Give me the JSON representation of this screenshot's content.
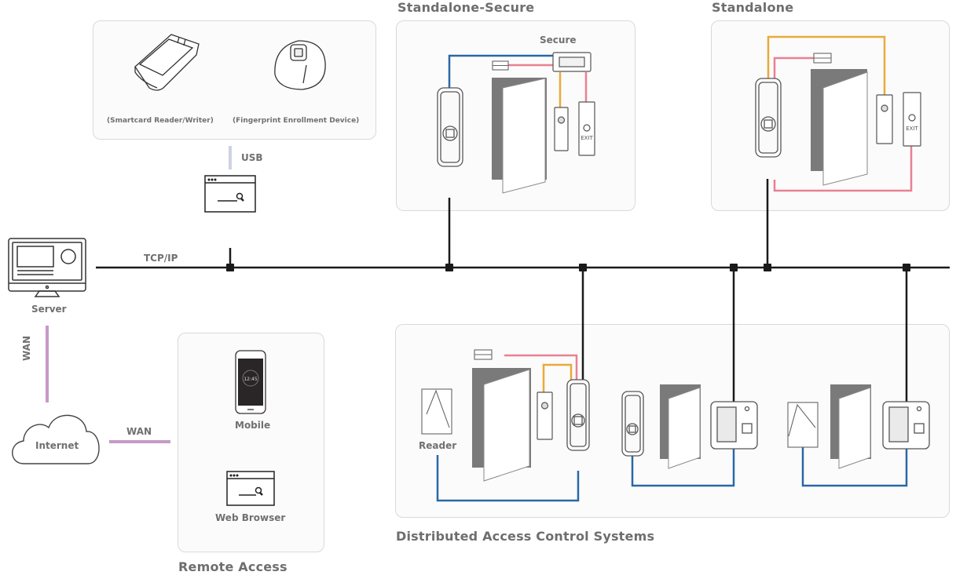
{
  "colors": {
    "network_line": "#1a1a1a",
    "wan_line": "#c69ac7",
    "usb_line": "#cdd3e3",
    "rs485_line": "#2a67a8",
    "power_line": "#e98093",
    "signal_line": "#eaaa3a",
    "panel_border": "#d9d9d9",
    "door_shadow": "#7a7a7a"
  },
  "server": {
    "label": "Server",
    "icon": "server-monitor-icon"
  },
  "network": {
    "label": "TCP/IP"
  },
  "enrollment": {
    "devices": [
      {
        "label": "(Smartcard Reader/Writer)",
        "icon": "smartcard-reader-icon"
      },
      {
        "label": "(Fingerprint Enrollment Device)",
        "icon": "fingerprint-scanner-icon"
      }
    ],
    "connection_label": "USB",
    "client_icon": "browser-window-icon"
  },
  "wan": {
    "vertical_label": "WAN",
    "horizontal_label": "WAN",
    "internet_label": "Internet"
  },
  "remote_access": {
    "title": "Remote Access",
    "items": [
      {
        "label": "Mobile",
        "icon": "smartphone-icon",
        "screen_time": "12:45"
      },
      {
        "label": "Web Browser",
        "icon": "browser-window-icon"
      }
    ]
  },
  "standalone_secure": {
    "title": "Standalone-Secure",
    "module_label": "Secure",
    "exit_label": "EXIT"
  },
  "standalone": {
    "title": "Standalone",
    "exit_label": "EXIT"
  },
  "distributed": {
    "title": "Distributed Access Control Systems",
    "reader_label": "Reader"
  }
}
